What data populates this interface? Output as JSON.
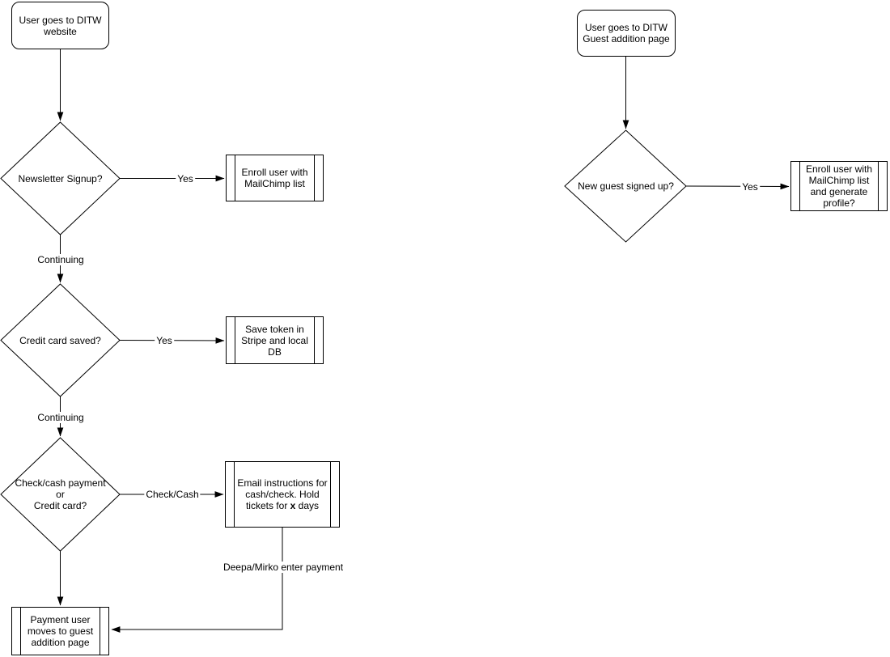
{
  "canvas": {
    "background": "#ffffff",
    "stroke_color": "#000000",
    "text_color": "#000000"
  },
  "left_flow": {
    "start_label": "User goes to DITW website",
    "decision_newsletter": "Newsletter Signup?",
    "edge_yes_1": "Yes",
    "process_enroll": "Enroll user with MailChimp list",
    "edge_continuing_1": "Continuing",
    "decision_credit_card": "Credit card saved?",
    "edge_yes_2": "Yes",
    "process_save_token": "Save token in Stripe and local DB",
    "edge_continuing_2": "Continuing",
    "decision_payment": {
      "lines": [
        "Check/cash payment",
        "or",
        "Credit card?"
      ]
    },
    "edge_check_cash": "Check/Cash",
    "process_email": {
      "text_before": "Email instructions for cash/check. Hold tickets for ",
      "bold_text": "x",
      "text_after": " days"
    },
    "edge_deepa": "Deepa/Mirko enter payment",
    "end_label": "Payment user moves to guest addition page"
  },
  "right_flow": {
    "start_label": "User goes to DITW Guest addition page",
    "decision_new_guest": "New guest signed up?",
    "edge_yes": "Yes",
    "process_enroll_profile": "Enroll user with MailChimp list and generate profile?"
  }
}
